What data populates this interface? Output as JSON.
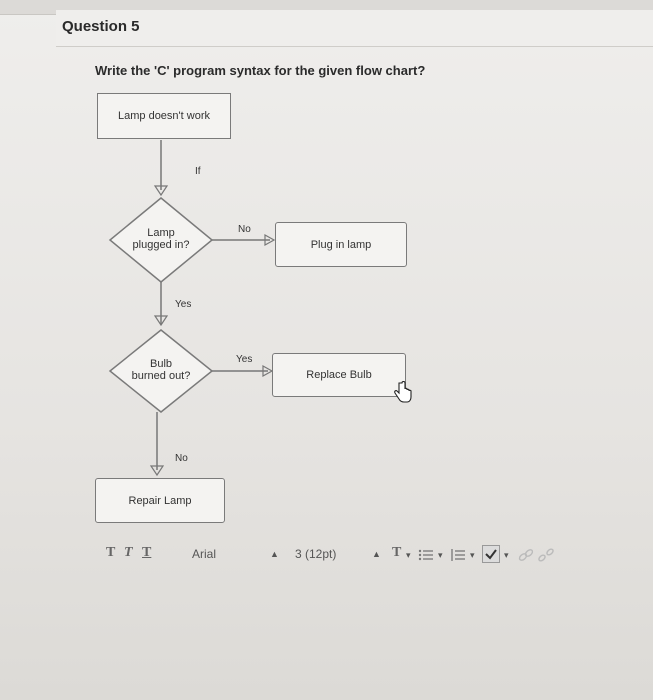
{
  "question": {
    "title": "Question 5"
  },
  "prompt": "Write the 'C' program syntax for the given flow chart?",
  "flowchart": {
    "start": "Lamp doesn't work",
    "edge_if": "If",
    "decision1": {
      "line1": "Lamp",
      "line2": "plugged in?"
    },
    "edge_no1": "No",
    "action1": "Plug in lamp",
    "edge_yes1": "Yes",
    "decision2": {
      "line1": "Bulb",
      "line2": "burned out?"
    },
    "edge_yes2": "Yes",
    "action2": "Replace Bulb",
    "edge_no2": "No",
    "end": "Repair Lamp"
  },
  "toolbar": {
    "format_t1": "T",
    "format_t2": "T",
    "format_t3": "T",
    "font_family": "Arial",
    "font_size": "3 (12pt)",
    "text_color": "T",
    "icons": [
      "bold-t",
      "italic-t",
      "underline-t",
      "unordered-list-icon",
      "ordered-list-icon",
      "spellcheck-icon",
      "link-icon",
      "unlink-icon"
    ]
  }
}
